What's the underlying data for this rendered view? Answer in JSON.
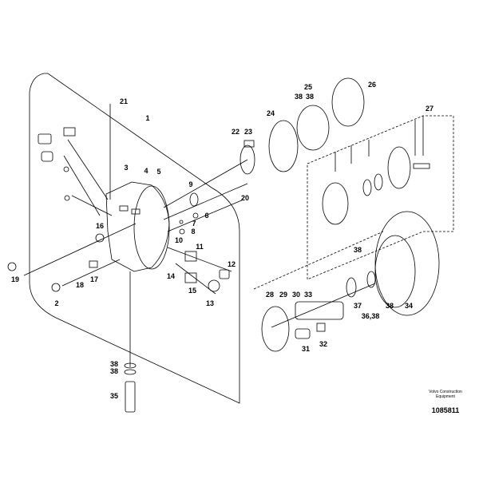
{
  "diagram": {
    "callouts": [
      "21",
      "1",
      "3",
      "4",
      "5",
      "9",
      "22",
      "23",
      "24",
      "38",
      "38",
      "25",
      "26",
      "27",
      "20",
      "6",
      "7",
      "8",
      "16",
      "10",
      "11",
      "12",
      "14",
      "15",
      "13",
      "19",
      "2",
      "18",
      "17",
      "38",
      "28",
      "29",
      "30",
      "33",
      "37",
      "36,38",
      "38",
      "34",
      "31",
      "32",
      "38",
      "38",
      "35"
    ],
    "publisher_line1": "Volvo Construction",
    "publisher_line2": "Equipment",
    "drawing_number": "1085811"
  }
}
